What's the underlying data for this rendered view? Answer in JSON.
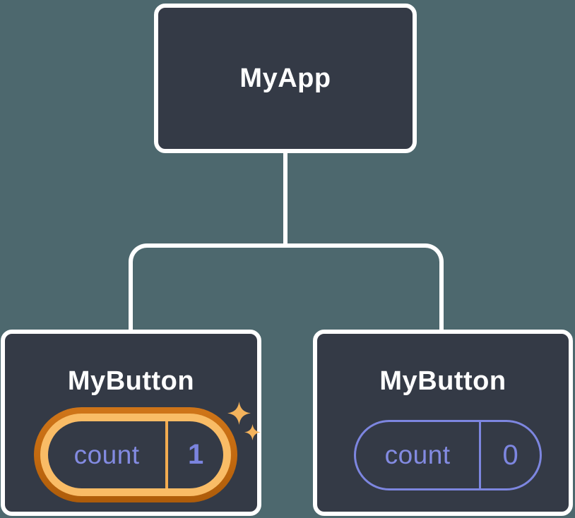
{
  "colors": {
    "background": "#4d686e",
    "node_fill": "#343a46",
    "node_border": "#ffffff",
    "connector": "#ffffff",
    "state_purple": "#7d86e0",
    "highlight_gold": "#f9bc66",
    "highlight_orange": "#c2690f",
    "sparkle_gold": "#f4b35c"
  },
  "tree": {
    "root": {
      "label": "MyApp"
    },
    "children": [
      {
        "label": "MyButton",
        "state": {
          "key": "count",
          "value": "1"
        },
        "highlighted": true
      },
      {
        "label": "MyButton",
        "state": {
          "key": "count",
          "value": "0"
        },
        "highlighted": false
      }
    ]
  },
  "icons": {
    "sparkle": "four-pointed-sparkle"
  }
}
